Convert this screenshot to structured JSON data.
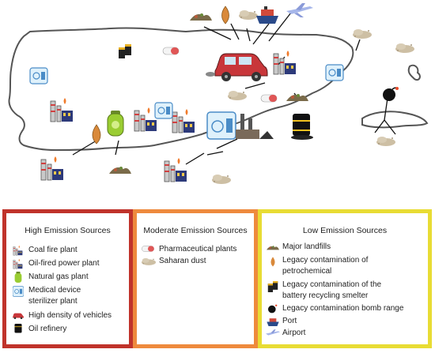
{
  "legend": {
    "high": {
      "title": "High Emission Sources",
      "color": "#c0332b",
      "items": [
        {
          "label": "Coal fire plant",
          "icon": "coal-plant-icon"
        },
        {
          "label": "Oil-fired power plant",
          "icon": "oil-fired-plant-icon"
        },
        {
          "label": "Natural gas plant",
          "icon": "gas-tank-icon"
        },
        {
          "label": "Medical device",
          "label2": "sterilizer plant",
          "icon": "sterilizer-icon"
        },
        {
          "label": "High density of vehicles",
          "icon": "car-icon"
        },
        {
          "label": "Oil refinery",
          "icon": "refinery-barrel-icon"
        }
      ]
    },
    "moderate": {
      "title": "Moderate Emission Sources",
      "color": "#ee8a3d",
      "items": [
        {
          "label": "Pharmaceutical plants",
          "icon": "pills-icon"
        },
        {
          "label": "Saharan dust",
          "icon": "dust-cloud-icon"
        }
      ]
    },
    "low": {
      "title": "Low Emission Sources",
      "color": "#e8dc34",
      "items": [
        {
          "label": "Major landfills",
          "icon": "landfill-icon"
        },
        {
          "label": "Legacy contamination of",
          "label2": "petrochemical",
          "icon": "oil-drop-icon"
        },
        {
          "label": "Legacy contamination of  the",
          "label2": "battery recycling smelter",
          "icon": "battery-icon"
        },
        {
          "label": "Legacy contamination bomb range",
          "icon": "bomb-icon"
        },
        {
          "label": "Port",
          "icon": "ship-icon"
        },
        {
          "label": "Airport",
          "icon": "airplane-icon"
        }
      ]
    }
  }
}
